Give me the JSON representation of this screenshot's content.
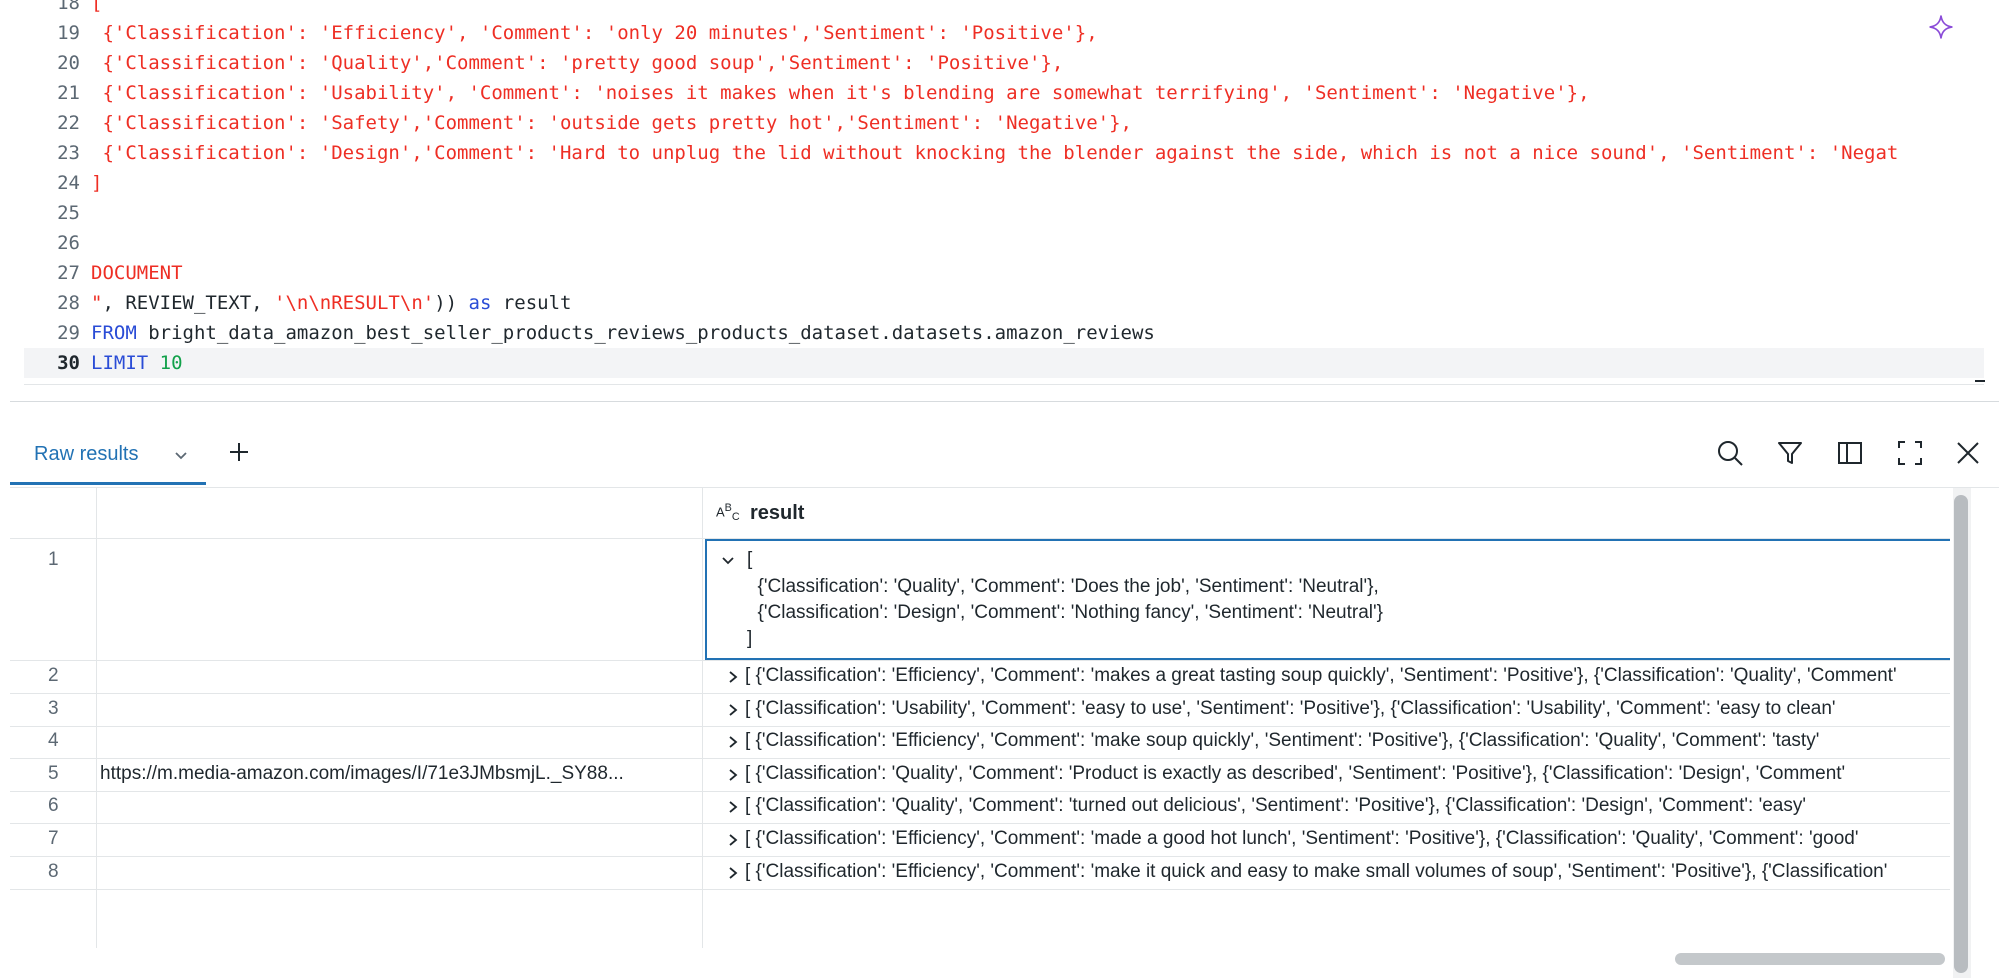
{
  "editor": {
    "lines": [
      {
        "num": "18",
        "tokens": [
          {
            "t": "[",
            "c": "str"
          }
        ]
      },
      {
        "num": "19",
        "tokens": [
          {
            "t": " {'Classification': 'Efficiency', 'Comment': 'only 20 minutes','Sentiment': 'Positive'},",
            "c": "str"
          }
        ]
      },
      {
        "num": "20",
        "tokens": [
          {
            "t": " {'Classification': 'Quality','Comment': 'pretty good soup','Sentiment': 'Positive'},",
            "c": "str"
          }
        ]
      },
      {
        "num": "21",
        "tokens": [
          {
            "t": " {'Classification': 'Usability', 'Comment': 'noises it makes when it's blending are somewhat terrifying', 'Sentiment': 'Negative'},",
            "c": "str"
          }
        ]
      },
      {
        "num": "22",
        "tokens": [
          {
            "t": " {'Classification': 'Safety','Comment': 'outside gets pretty hot','Sentiment': 'Negative'},",
            "c": "str"
          }
        ]
      },
      {
        "num": "23",
        "tokens": [
          {
            "t": " {'Classification': 'Design','Comment': 'Hard to unplug the lid without knocking the blender against the side, which is not a nice sound', 'Sentiment': 'Negat",
            "c": "str"
          }
        ]
      },
      {
        "num": "24",
        "tokens": [
          {
            "t": "]",
            "c": "str"
          }
        ]
      },
      {
        "num": "25",
        "tokens": []
      },
      {
        "num": "26",
        "tokens": []
      },
      {
        "num": "27",
        "tokens": [
          {
            "t": "DOCUMENT",
            "c": "str"
          }
        ]
      },
      {
        "num": "28",
        "tokens": [
          {
            "t": "\"",
            "c": "str"
          },
          {
            "t": ", REVIEW_TEXT, ",
            "c": "id"
          },
          {
            "t": "'\\n\\nRESULT\\n'",
            "c": "str"
          },
          {
            "t": "))",
            "c": "id"
          },
          {
            "t": " as ",
            "c": "kw"
          },
          {
            "t": "result",
            "c": "id"
          }
        ]
      },
      {
        "num": "29",
        "tokens": [
          {
            "t": "FROM ",
            "c": "kw"
          },
          {
            "t": "bright_data_amazon_best_seller_products_reviews_products_dataset.datasets.amazon_reviews",
            "c": "id"
          }
        ]
      },
      {
        "num": "30",
        "tokens": [
          {
            "t": "LIMIT ",
            "c": "kw"
          },
          {
            "t": "10",
            "c": "num"
          }
        ],
        "active": true
      }
    ]
  },
  "results": {
    "tab_label": "Raw results",
    "column_header": "result",
    "column_type_icon": "abc-string-type-icon",
    "expanded_row": {
      "num": "1",
      "lines": [
        "[",
        "  {'Classification': 'Quality', 'Comment': 'Does the job', 'Sentiment': 'Neutral'},",
        "  {'Classification': 'Design', 'Comment': 'Nothing fancy', 'Sentiment': 'Neutral'}",
        "]"
      ]
    },
    "rows": [
      {
        "num": "2",
        "url": "",
        "result": "[ {'Classification': 'Efficiency', 'Comment': 'makes a great tasting soup quickly', 'Sentiment': 'Positive'}, {'Classification': 'Quality', 'Comment'"
      },
      {
        "num": "3",
        "url": "",
        "result": "[ {'Classification': 'Usability', 'Comment': 'easy to use', 'Sentiment': 'Positive'}, {'Classification': 'Usability', 'Comment': 'easy to clean'"
      },
      {
        "num": "4",
        "url": "",
        "result": "[ {'Classification': 'Efficiency', 'Comment': 'make soup quickly', 'Sentiment': 'Positive'}, {'Classification': 'Quality', 'Comment': 'tasty'"
      },
      {
        "num": "5",
        "url": "https://m.media-amazon.com/images/I/71e3JMbsmjL._SY88...",
        "result": "[ {'Classification': 'Quality', 'Comment': 'Product is exactly as described', 'Sentiment': 'Positive'}, {'Classification': 'Design', 'Comment'"
      },
      {
        "num": "6",
        "url": "",
        "result": "[ {'Classification': 'Quality', 'Comment': 'turned out delicious', 'Sentiment': 'Positive'}, {'Classification': 'Design', 'Comment': 'easy'"
      },
      {
        "num": "7",
        "url": "",
        "result": "[ {'Classification': 'Efficiency', 'Comment': 'made a good hot lunch', 'Sentiment': 'Positive'}, {'Classification': 'Quality', 'Comment': 'good'"
      },
      {
        "num": "8",
        "url": "",
        "result": "[ {'Classification': 'Efficiency', 'Comment': 'make it quick and easy to make small volumes of soup', 'Sentiment': 'Positive'}, {'Classification'"
      }
    ]
  },
  "icons": {
    "assistant": "sparkle-icon",
    "search": "search-icon",
    "filter": "filter-icon",
    "panel": "sidebar-panel-icon",
    "fullscreen": "fullscreen-icon",
    "close": "close-icon",
    "add": "plus-icon"
  },
  "colors": {
    "accent": "#2272b4",
    "string": "#ee2e24",
    "keyword": "#2a4cd6",
    "number": "#11a14a"
  }
}
